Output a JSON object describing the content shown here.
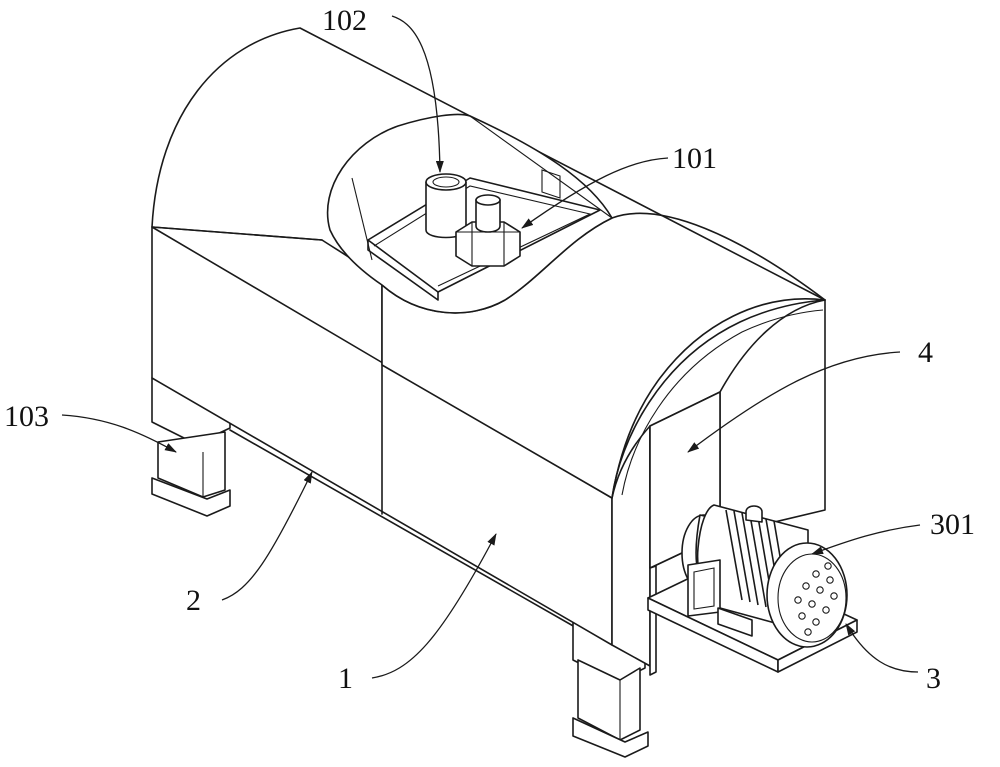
{
  "labels": {
    "l102": "102",
    "l101": "101",
    "l4": "4",
    "l103": "103",
    "l301": "301",
    "l2": "2",
    "l1": "1",
    "l3": "3"
  }
}
